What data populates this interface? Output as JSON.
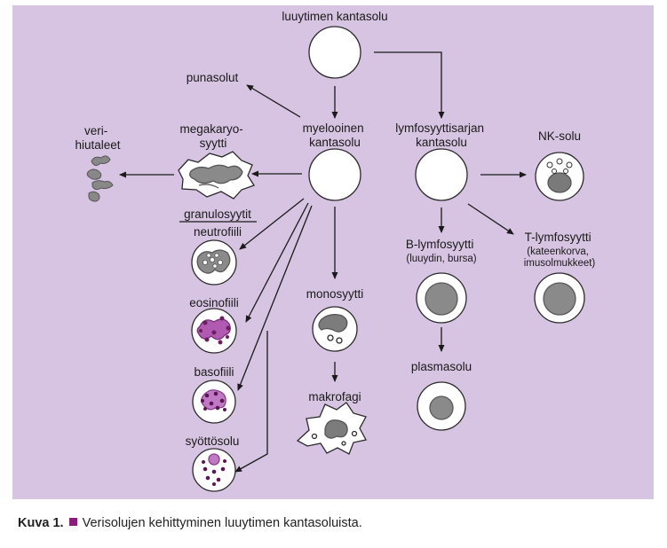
{
  "accent_color": "#8a1d78",
  "nodes": {
    "stem": "luuytimen kantasolu",
    "rbc": "punasolut",
    "myeloid": [
      "myelooinen",
      "kantasolu"
    ],
    "lymphoid": [
      "lymfosyyttisarjan",
      "kantasolu"
    ],
    "megakaryocyte": [
      "megakaryo-",
      "syytti"
    ],
    "platelets": [
      "veri-",
      "hiutaleet"
    ],
    "granulocytes": "granulosyytit",
    "neutrophil": "neutrofiili",
    "eosinophil": "eosinofiili",
    "basophil": "basofiili",
    "mast": "syöttösolu",
    "monocyte": "monosyytti",
    "macrophage": "makrofagi",
    "nk": "NK-solu",
    "b_cell": [
      "B-lymfosyytti",
      "(luuydin, bursa)"
    ],
    "t_cell": [
      "T-lymfosyytti",
      "(kateenkorva,",
      "imusolmukkeet)"
    ],
    "plasma": "plasmasolu"
  },
  "caption": {
    "label": "Kuva 1.",
    "text": "Verisolujen kehittyminen luuytimen kantasoluista."
  }
}
